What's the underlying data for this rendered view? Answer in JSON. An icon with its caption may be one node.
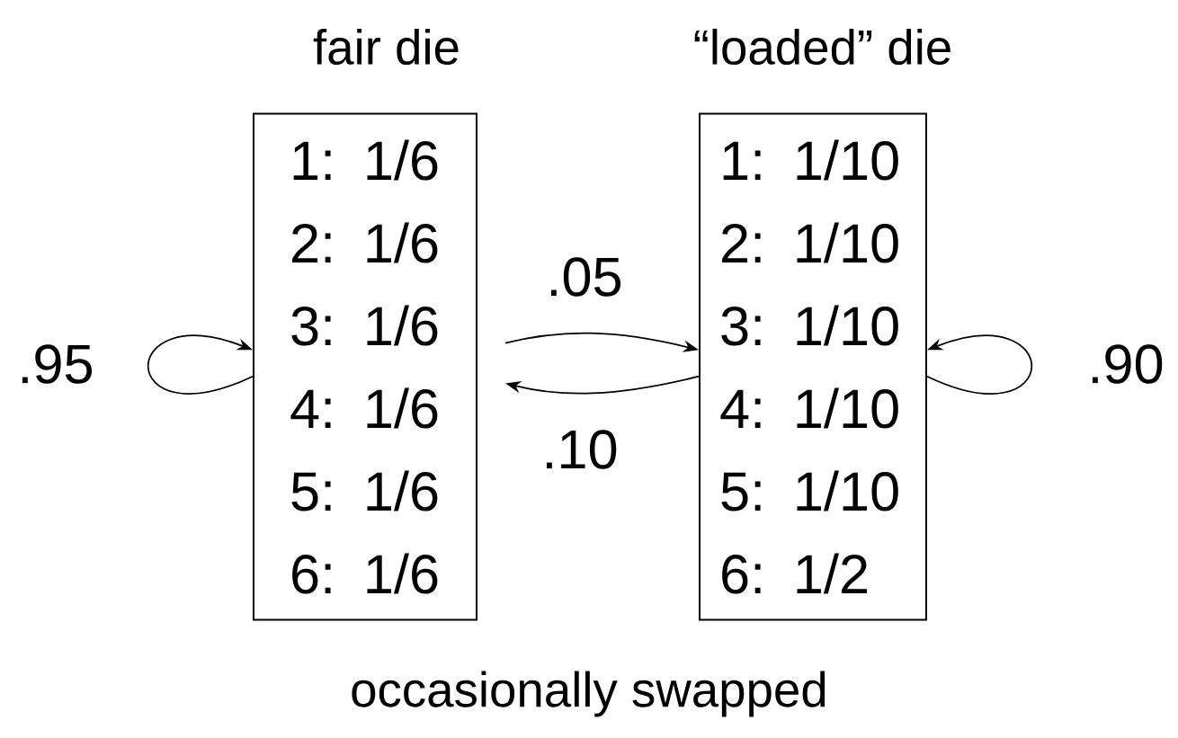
{
  "diagram": {
    "nodes": [
      {
        "text": [
          "fair die",
          "1: 1/6",
          "2: 1/6",
          "3: 1/6",
          "4: 1/6",
          "5: 1/6",
          "6: 1/6"
        ]
      },
      {
        "text": [
          "“loaded” die",
          "1: 1/10",
          "2: 1/10",
          "3: 1/10",
          "4: 1/10",
          "5: 1/10",
          "6: 1/2"
        ]
      }
    ],
    "edges": [
      {
        "from": 0,
        "to": 0,
        "arrow": "to",
        "label": ".95"
      },
      {
        "from": 0,
        "to": 1,
        "arrow": "to",
        "label": ".05"
      },
      {
        "from": 1,
        "to": 0,
        "arrow": "to",
        "label": ".10"
      },
      {
        "from": 1,
        "to": 1,
        "arrow": "to",
        "label": ".90"
      }
    ],
    "caption": "occasionally swapped"
  }
}
